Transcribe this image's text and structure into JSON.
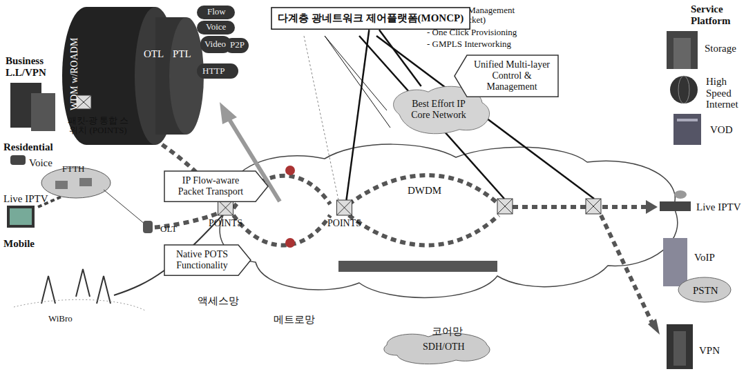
{
  "diagram": {
    "nodes": [
      {
        "text": [
          "다계층 광네트워크 제어플랫폼(MONCP)"
        ]
      },
      {
        "text": [
          "Best Effort IP Core Network"
        ]
      },
      {
        "text": [
          "POINTS"
        ]
      },
      {
        "text": [
          "POINTS"
        ]
      },
      {
        "text": [
          "Unified Multi-layer Control & Management"
        ]
      },
      {
        "text": [
          "IP Flow-aware Packet Transport"
        ]
      },
      {
        "text": [
          "Native POTS Functionality"
        ]
      }
    ],
    "edges": [
      {
        "from": 0,
        "to": 2,
        "arrow": "none"
      },
      {
        "from": 0,
        "to": 1,
        "arrow": "none"
      }
    ],
    "labels": [
      "WDM w/ROADM",
      "OTL",
      "PTL",
      "Flow",
      "Voice",
      "Video",
      "P2P",
      "HTTP",
      "- Resource Management (Optical/Packet)",
      "- One Click Provisioning",
      "- GMPLS Interworking",
      "Business L.L/VPN",
      "패킷-광 통합 스위치 (POINTS)",
      "Residential",
      "Voice",
      "FTTH",
      "Live IPTV",
      "OLT",
      "Mobile",
      "WiBro",
      "액세스망",
      "메트로망",
      "코어망",
      "DWDM",
      "SDH/OTH",
      "Service Platform",
      "Storage",
      "High Speed Internet",
      "VOD",
      "Live IPTV",
      "VoIP",
      "PSTN",
      "VPN"
    ]
  }
}
